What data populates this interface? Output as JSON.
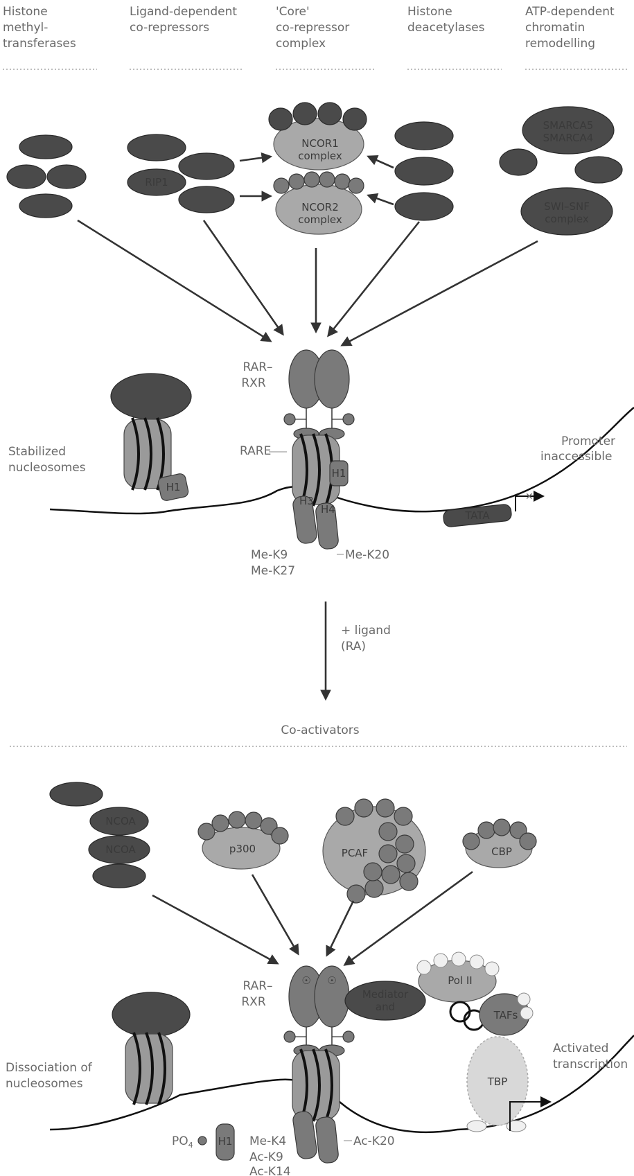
{
  "headers": {
    "histone_methyltransferases": [
      "Histone",
      "methyl-",
      "transferases"
    ],
    "ligand_corepressors": [
      "Ligand-dependent",
      "co-repressors"
    ],
    "core_corepressor": [
      "'Core'",
      "co-repressor",
      "complex"
    ],
    "histone_deacetylases": [
      "Histone",
      "deacetylases"
    ],
    "atp_remodeling": [
      "ATP-dependent",
      "chromatin",
      "remodelling"
    ]
  },
  "complexes": {
    "ncor1": [
      "NCOR1",
      "complex"
    ],
    "ncor2": [
      "NCOR2",
      "complex"
    ],
    "rip": "RIP1",
    "smarca5": "SMARCA5",
    "smarca4": "SMARCA4",
    "swi_snf": [
      "SWI–SNF",
      "complex"
    ]
  },
  "top_state": {
    "rar_rxr": [
      "RAR–",
      "RXR"
    ],
    "rare": "RARE",
    "left_label": [
      "Stabilized",
      "nucleosomes"
    ],
    "right_label": [
      "Promoter",
      "inaccessible"
    ],
    "h1": "H1",
    "h3": "H3",
    "h4": "H4",
    "tata": "TATA",
    "marks_left": [
      "Me-K9",
      "Me-K27"
    ],
    "marks_right": "Me-K20"
  },
  "transition": [
    "+ ligand",
    "(RA)"
  ],
  "bottom_section": {
    "coactivators_title": "Co-activators",
    "ncoa": "NCOA",
    "ncoa_lower": "NCOA",
    "p300": "p300",
    "pcaf": "PCAF",
    "cbp": "CBP",
    "mediator": [
      "Mediator",
      "and"
    ],
    "pol2": "Pol II",
    "tafs": "TAFs",
    "tbp": "TBP",
    "rar_rxr": [
      "RAR–",
      "RXR"
    ],
    "left_label": [
      "Dissociation of",
      "nucleosomes"
    ],
    "right_label": [
      "Activated",
      "transcription"
    ],
    "po4": "PO",
    "po4_sub": "4",
    "h1": "H1",
    "marks_left": [
      "Me-K4",
      "Ac-K9",
      "Ac-K14"
    ],
    "marks_right": "Ac-K20"
  },
  "colors": {
    "dark_protein": "#4a4a4a",
    "mid_protein": "#7a7a7a",
    "light_protein": "#a9a9a9",
    "label_text": "#6a6a6a",
    "dna": "#111111"
  }
}
